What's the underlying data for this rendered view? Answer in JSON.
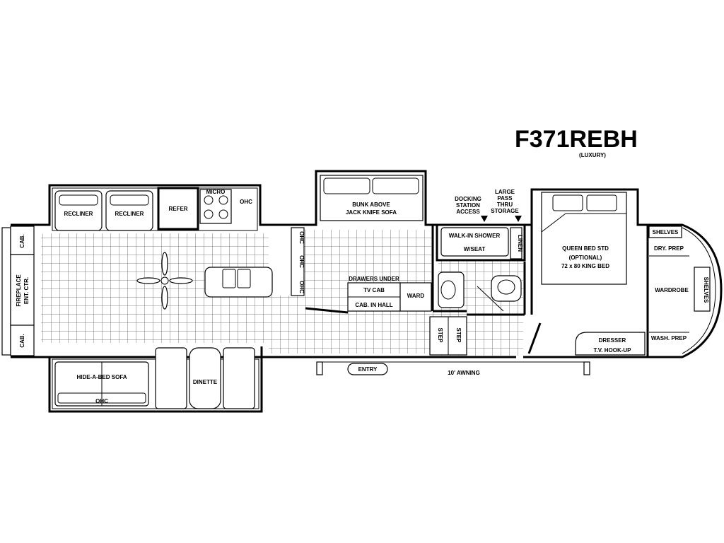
{
  "title": "F371REBH",
  "subtitle": "(LUXURY)",
  "labels": {
    "recliner_1": "RECLINER",
    "recliner_2": "RECLINER",
    "refer": "REFER",
    "micro": "MICRO",
    "ohc_kitchen": "OHC",
    "bunk_line1": "BUNK ABOVE",
    "bunk_line2": "JACK KNIFE SOFA",
    "docking_line1": "DOCKING",
    "docking_line2": "STATION",
    "docking_line3": "ACCESS",
    "pass_line1": "LARGE",
    "pass_line2": "PASS",
    "pass_line3": "THRU",
    "pass_line4": "STORAGE",
    "shower_line1": "WALK-IN SHOWER",
    "shower_line2": "W/SEAT",
    "linen": "LINEN",
    "bed_line1": "QUEEN BED STD",
    "bed_line2": "(OPTIONAL)",
    "bed_line3": "72 x 80 KING BED",
    "shelves_top": "SHELVES",
    "dry_prep": "DRY. PREP",
    "wardrobe": "WARDROBE",
    "shelves_side": "SHELVES",
    "wash_prep": "WASH. PREP",
    "dresser": "DRESSER",
    "tv_hookup": "T.V. HOOK-UP",
    "cab_top": "CAB.",
    "fireplace_line1": "FIREPLACE",
    "fireplace_line2": "ENT. CTR.",
    "cab_bottom": "CAB.",
    "ohc_1": "OHC",
    "ohc_2": "OHC",
    "ohc_3": "OHC",
    "drawers_under": "DRAWERS UNDER",
    "tv_cab": "TV CAB",
    "cab_in_hall": "CAB. IN HALL",
    "ward": "WARD",
    "step_1": "STEP",
    "step_2": "STEP",
    "hide_a_bed": "HIDE-A-BED SOFA",
    "ohc_sofa": "OHC",
    "dinette": "DINETTE",
    "entry": "ENTRY",
    "awning": "10' AWNING"
  }
}
